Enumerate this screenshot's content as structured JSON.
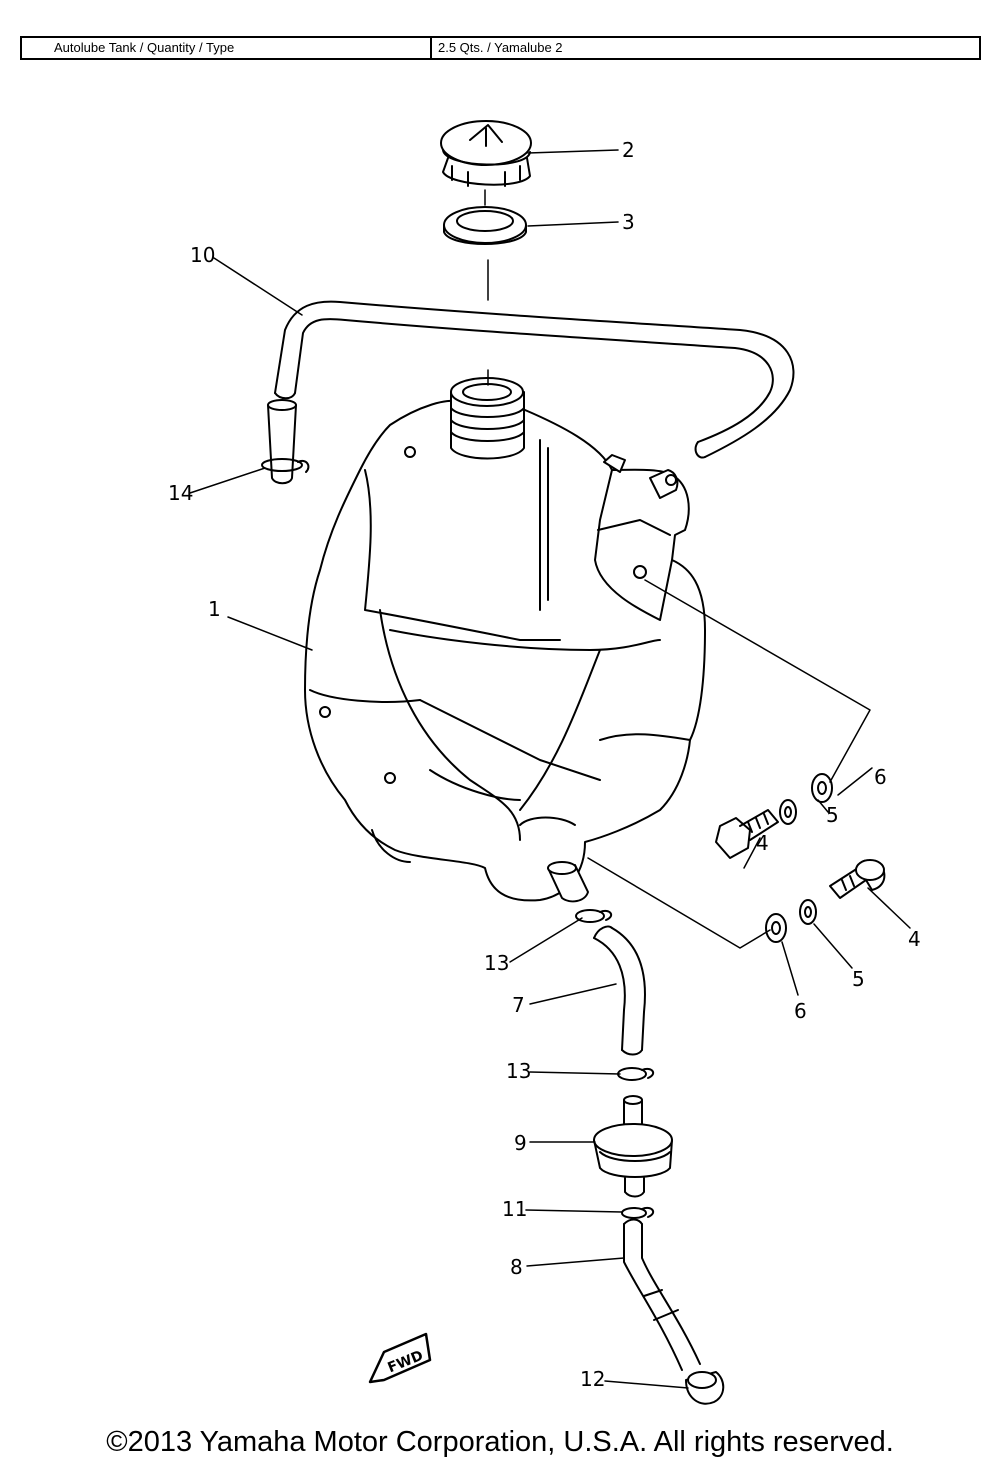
{
  "spec_table": {
    "label": "Autolube Tank / Quantity / Type",
    "value": "2.5 Qts. / Yamalube 2"
  },
  "callouts": [
    {
      "id": "1",
      "text": "1"
    },
    {
      "id": "2",
      "text": "2"
    },
    {
      "id": "3",
      "text": "3"
    },
    {
      "id": "4a",
      "text": "4"
    },
    {
      "id": "4b",
      "text": "4"
    },
    {
      "id": "5a",
      "text": "5"
    },
    {
      "id": "5b",
      "text": "5"
    },
    {
      "id": "6a",
      "text": "6"
    },
    {
      "id": "6b",
      "text": "6"
    },
    {
      "id": "7",
      "text": "7"
    },
    {
      "id": "8",
      "text": "8"
    },
    {
      "id": "9",
      "text": "9"
    },
    {
      "id": "10",
      "text": "10"
    },
    {
      "id": "11",
      "text": "11"
    },
    {
      "id": "12",
      "text": "12"
    },
    {
      "id": "13a",
      "text": "13"
    },
    {
      "id": "13b",
      "text": "13"
    },
    {
      "id": "14",
      "text": "14"
    }
  ],
  "fwd_mark": "FWD",
  "copyright": "©2013 Yamaha Motor Corporation, U.S.A. All rights reserved."
}
